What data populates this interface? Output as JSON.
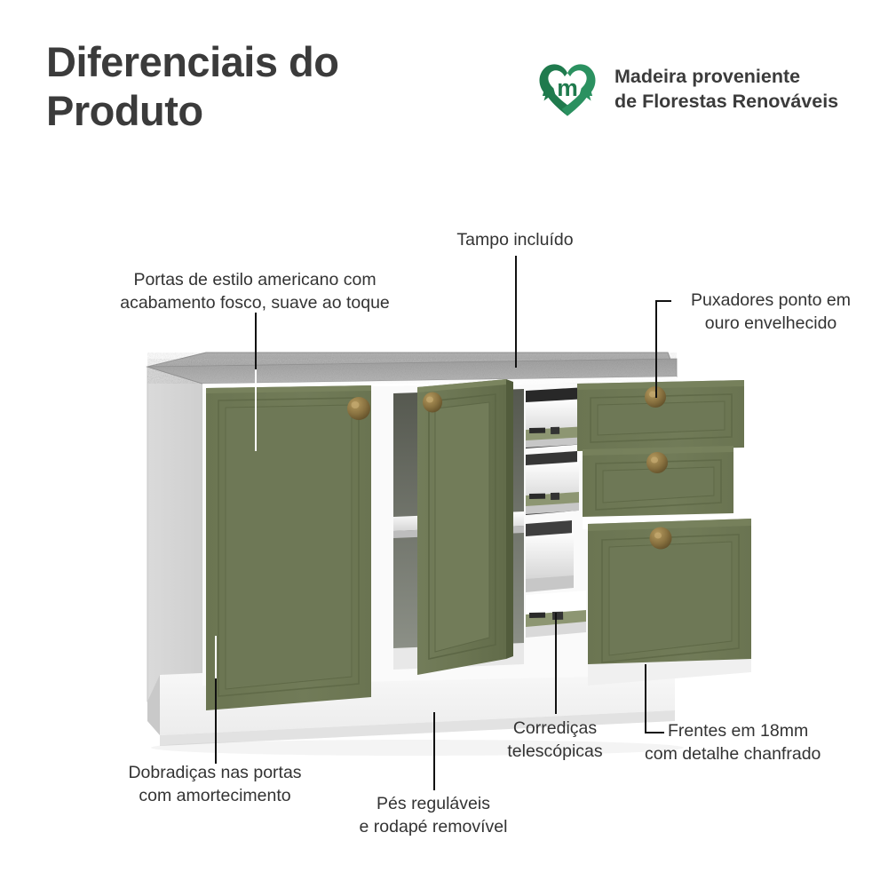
{
  "header": {
    "title": "Diferenciais do Produto",
    "eco_badge": {
      "icon": "recycle-heart-logo",
      "line1": "Madeira proveniente",
      "line2": "de Florestas Renováveis",
      "color": "#1f7a4d"
    }
  },
  "annotations": [
    {
      "id": "doors",
      "line1": "Portas de estilo americano com",
      "line2": "acabamento fosco, suave ao toque"
    },
    {
      "id": "countertop",
      "line1": "Tampo incluído",
      "line2": ""
    },
    {
      "id": "knobs",
      "line1": "Puxadores ponto em",
      "line2": "ouro envelhecido"
    },
    {
      "id": "fronts",
      "line1": "Frentes em 18mm",
      "line2": "com detalhe chanfrado"
    },
    {
      "id": "slides",
      "line1": "Corrediças",
      "line2": "telescópicas"
    },
    {
      "id": "feet",
      "line1": "Pés reguláveis",
      "line2": "e rodapé removível"
    },
    {
      "id": "hinges",
      "line1": "Dobradiças nas portas",
      "line2": "com amortecimento"
    }
  ],
  "product": {
    "name": "balcao-cozinha-2-portas-3-gavetas",
    "colors": {
      "door_green": "#6f7a55",
      "door_green_dark": "#5d6747",
      "door_green_light": "#7c8660",
      "carcass_white": "#f2f2f2",
      "carcass_shadow": "#d8d8d8",
      "countertop_gray": "#a8a8a8",
      "countertop_gray_dark": "#8e8e8e",
      "knob_brass": "#8a7341",
      "interior_dark": "#3a3a3a"
    }
  }
}
